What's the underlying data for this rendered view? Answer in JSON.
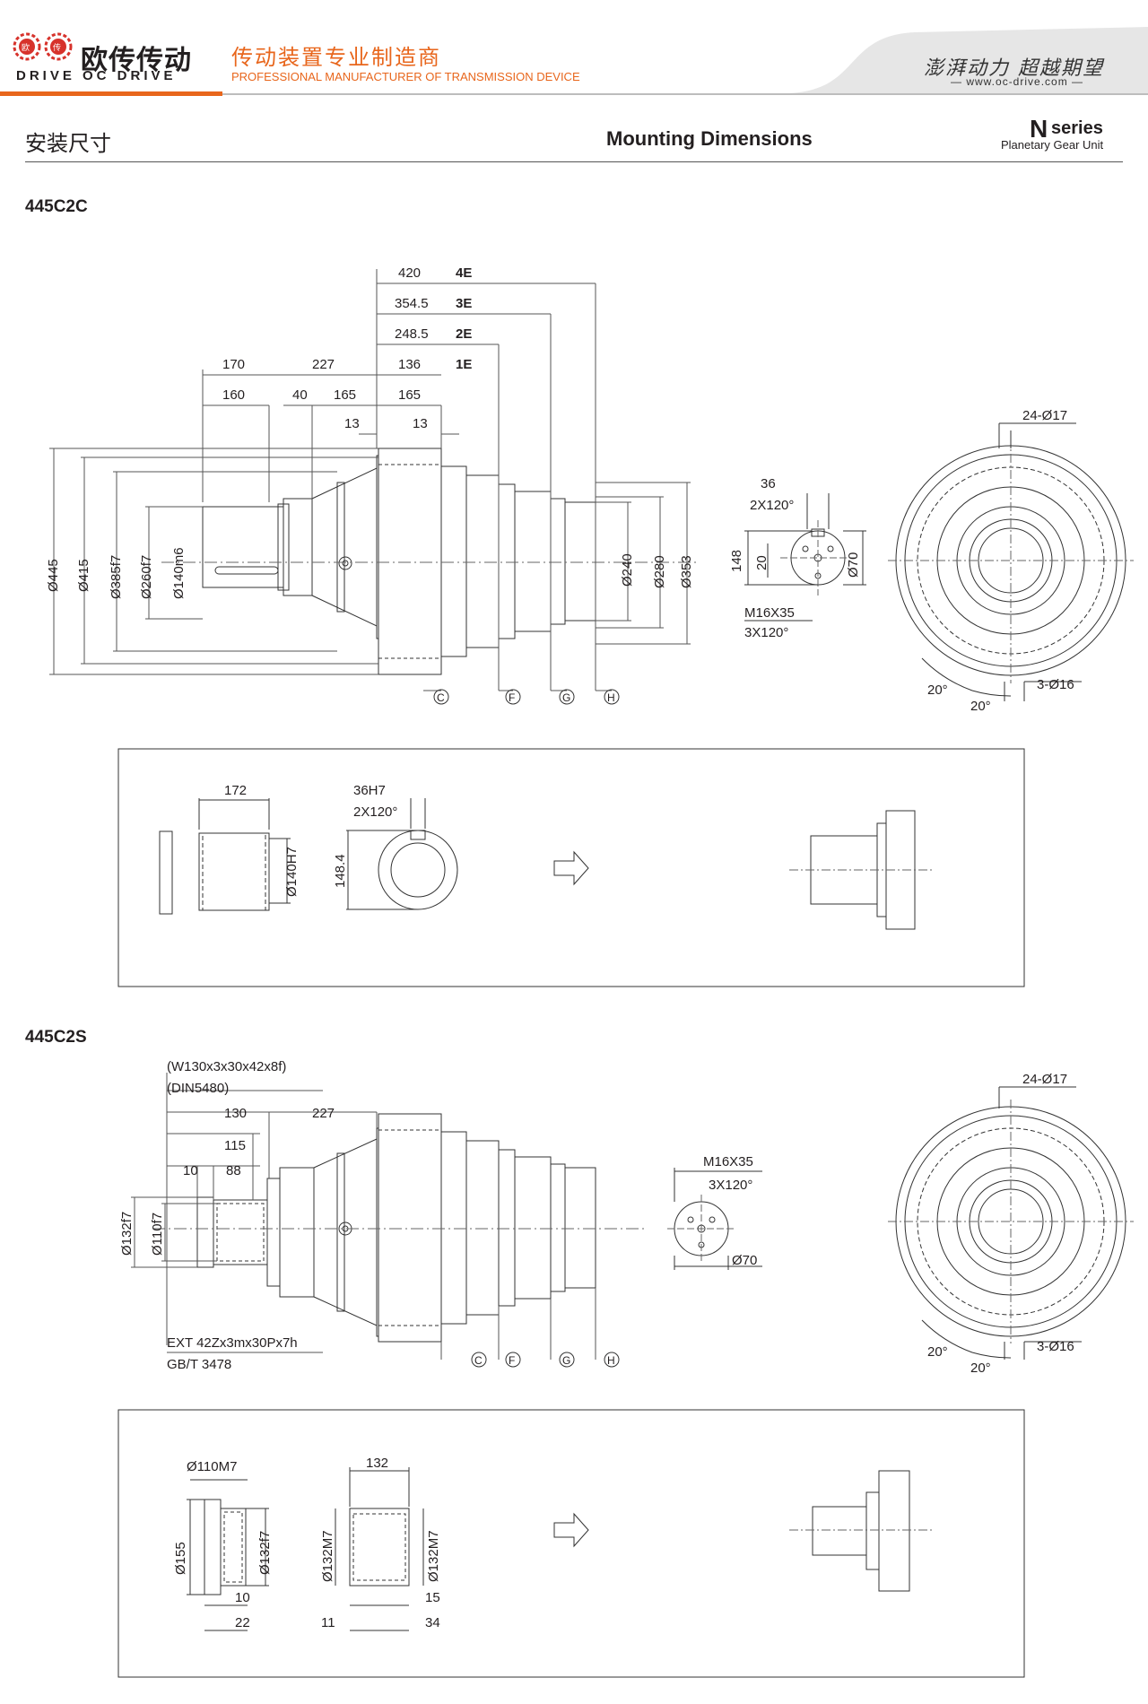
{
  "header": {
    "logo_cn": "欧传传动",
    "logo_en": "DRIVE OC DRIVE",
    "tagline_cn": "传动装置专业制造商",
    "tagline_en": "PROFESSIONAL MANUFACTURER OF TRANSMISSION DEVICE",
    "slogan": "澎湃动力 超越期望",
    "website": "www.oc-drive.com",
    "accent_color": "#e8661c"
  },
  "title_bar": {
    "title_cn": "安装尺寸",
    "title_en": "Mounting Dimensions",
    "series_letter": "N",
    "series_word": "series",
    "series_sub": "Planetary Gear Unit"
  },
  "section1": {
    "model": "445C2C",
    "top_dims": {
      "d420": "420",
      "e4": "4E",
      "d3545": "354.5",
      "e3": "3E",
      "d2485": "248.5",
      "e2": "2E",
      "d136": "136",
      "e1": "1E",
      "d170": "170",
      "d227": "227",
      "d160": "160",
      "d40": "40",
      "d165a": "165",
      "d165b": "165",
      "d13a": "13",
      "d13b": "13"
    },
    "left_dims": [
      "Ø445",
      "Ø415",
      "Ø385f7",
      "Ø260f7",
      "Ø140m6"
    ],
    "right_dims": [
      "Ø240",
      "Ø280",
      "Ø353"
    ],
    "markers": [
      "C",
      "F",
      "G",
      "H"
    ],
    "shaft_view": {
      "d36": "36",
      "angle2": "2X120°",
      "d148": "148",
      "d20": "20",
      "d70": "Ø70",
      "thread": "M16X35",
      "angle3": "3X120°"
    },
    "flange_view": {
      "holes": "24-Ø17",
      "a1": "20°",
      "a2": "20°",
      "holes2": "3-Ø16"
    },
    "box": {
      "d172": "172",
      "d140H7": "Ø140H7",
      "d36H7": "36H7",
      "angle2": "2X120°",
      "d1484": "148.4"
    }
  },
  "section2": {
    "model": "445C2S",
    "spline1": "(W130x3x30x42x8f)",
    "spline2": "(DIN5480)",
    "top_dims": {
      "d130": "130",
      "d227": "227",
      "d115": "115",
      "d10": "10",
      "d88": "88"
    },
    "left_dims": [
      "Ø132f7",
      "Ø110f7"
    ],
    "ext1": "EXT 42Zx3mx30Px7h",
    "ext2": "GB/T 3478",
    "markers": [
      "C",
      "F",
      "G",
      "H"
    ],
    "shaft_view": {
      "thread": "M16X35",
      "angle3": "3X120°",
      "d70": "Ø70"
    },
    "flange_view": {
      "holes": "24-Ø17",
      "a1": "20°",
      "a2": "20°",
      "holes2": "3-Ø16"
    },
    "box": {
      "d110M7": "Ø110M7",
      "d155": "Ø155",
      "d132f7": "Ø132f7",
      "d10": "10",
      "d22": "22",
      "d132": "132",
      "d132M7a": "Ø132M7",
      "d132M7b": "Ø132M7",
      "d15": "15",
      "d11": "11",
      "d34": "34"
    }
  }
}
